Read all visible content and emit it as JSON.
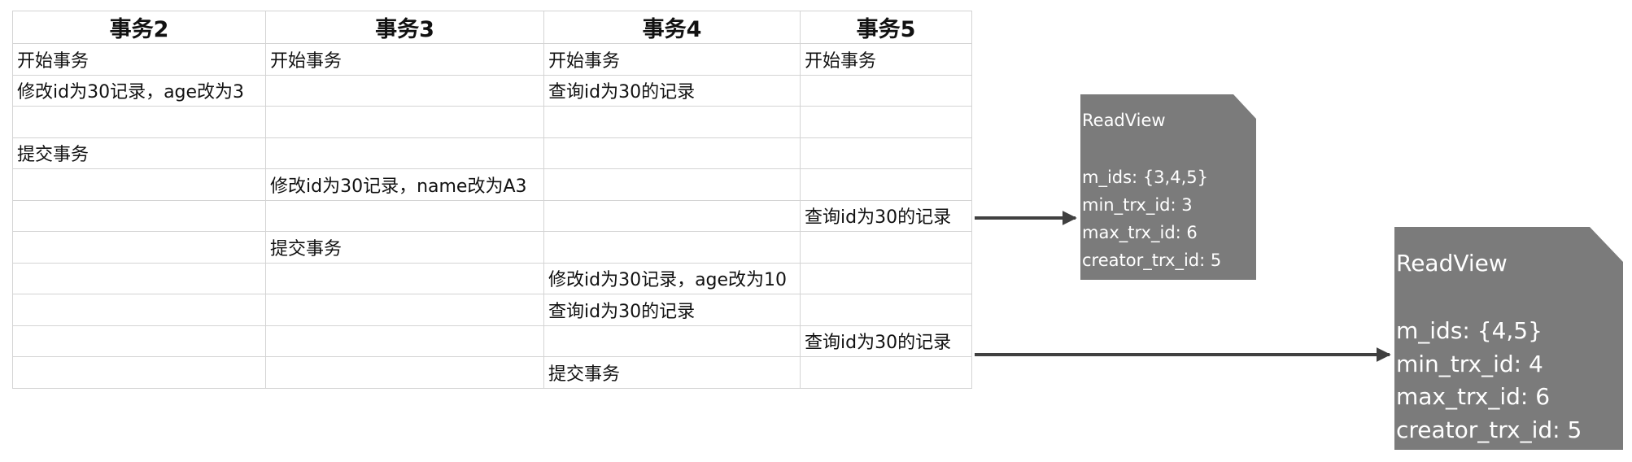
{
  "table": {
    "headers": [
      "事务2",
      "事务3",
      "事务4",
      "事务5"
    ],
    "rows": [
      [
        "开始事务",
        "开始事务",
        "开始事务",
        "开始事务"
      ],
      [
        "修改id为30记录，age改为3",
        "",
        "查询id为30的记录",
        ""
      ],
      [
        "",
        "",
        "",
        ""
      ],
      [
        "提交事务",
        "",
        "",
        ""
      ],
      [
        "",
        "修改id为30记录，name改为A3",
        "",
        ""
      ],
      [
        "",
        "",
        "",
        "查询id为30的记录"
      ],
      [
        "",
        "提交事务",
        "",
        ""
      ],
      [
        "",
        "",
        "修改id为30记录，age改为10",
        ""
      ],
      [
        "",
        "",
        "查询id为30的记录",
        ""
      ],
      [
        "",
        "",
        "",
        "查询id为30的记录"
      ],
      [
        "",
        "",
        "提交事务",
        ""
      ]
    ]
  },
  "readviews": [
    {
      "title": "ReadView",
      "m_ids": "m_ids: {3,4,5}",
      "min_trx_id": "min_trx_id: 3",
      "max_trx_id": "max_trx_id: 6",
      "creator_trx_id": "creator_trx_id: 5"
    },
    {
      "title": "ReadView",
      "m_ids": "m_ids: {4,5}",
      "min_trx_id": "min_trx_id: 4",
      "max_trx_id": "max_trx_id: 6",
      "creator_trx_id": "creator_trx_id: 5"
    }
  ],
  "colors": {
    "note_fill": "#7b7b7b",
    "arrow": "#404040",
    "grid": "#d4d4d4"
  }
}
